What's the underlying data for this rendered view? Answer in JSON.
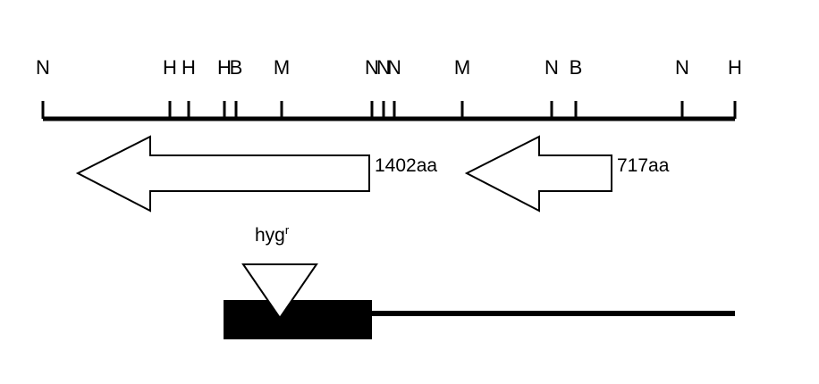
{
  "restriction_map": {
    "sites": [
      {
        "label": "N",
        "position": 0
      },
      {
        "label": "H",
        "position": 142
      },
      {
        "label": "H",
        "position": 163
      },
      {
        "label": "H",
        "position": 203
      },
      {
        "label": "B",
        "position": 216
      },
      {
        "label": "M",
        "position": 267
      },
      {
        "label": "N",
        "position": 368
      },
      {
        "label": "N",
        "position": 381
      },
      {
        "label": "N",
        "position": 393
      },
      {
        "label": "M",
        "position": 469
      },
      {
        "label": "N",
        "position": 569
      },
      {
        "label": "B",
        "position": 596
      },
      {
        "label": "N",
        "position": 715
      },
      {
        "label": "H",
        "position": 774
      }
    ],
    "length": 774
  },
  "orfs": [
    {
      "label": "1402aa",
      "start": 39,
      "end": 365,
      "direction": "left"
    },
    {
      "label": "717aa",
      "start": 474,
      "end": 636,
      "direction": "left"
    }
  ],
  "insertion": {
    "label": "hyg",
    "superscript": "r"
  },
  "construct": {
    "block_start": 202,
    "block_end": 368,
    "line_end": 774
  }
}
